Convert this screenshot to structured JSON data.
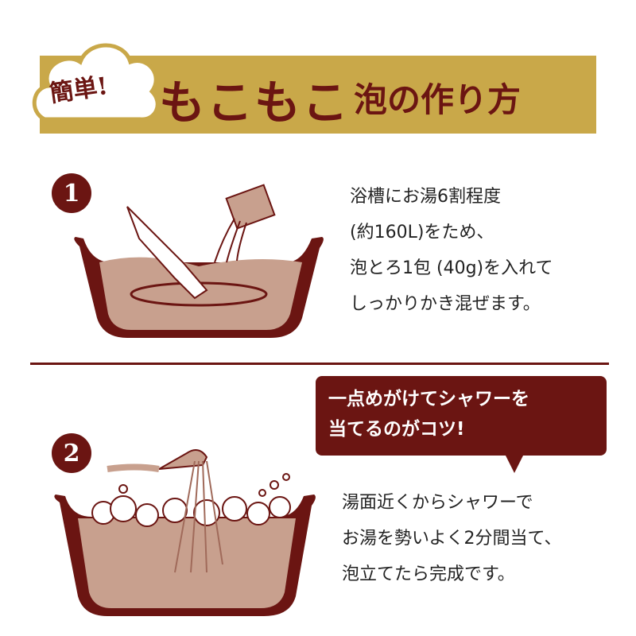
{
  "header": {
    "badge": "簡単!",
    "title_main": "もこもこ",
    "title_sub": "泡の作り方"
  },
  "steps": [
    {
      "number": "1",
      "lines": [
        "浴槽にお湯6割程度",
        "(約160L)をため、",
        "泡とろ1包 (40g)を入れて",
        "しっかりかき混ぜます。"
      ]
    },
    {
      "number": "2",
      "tip": [
        "一点めがけてシャワーを",
        "当てるのがコツ!"
      ],
      "lines": [
        "湯面近くからシャワーで",
        "お湯を勢いよく2分間当て、",
        "泡立てたら完成です。"
      ]
    }
  ],
  "colors": {
    "accent": "#6b1512",
    "gold": "#c9a849",
    "water": "#c8a08e"
  }
}
